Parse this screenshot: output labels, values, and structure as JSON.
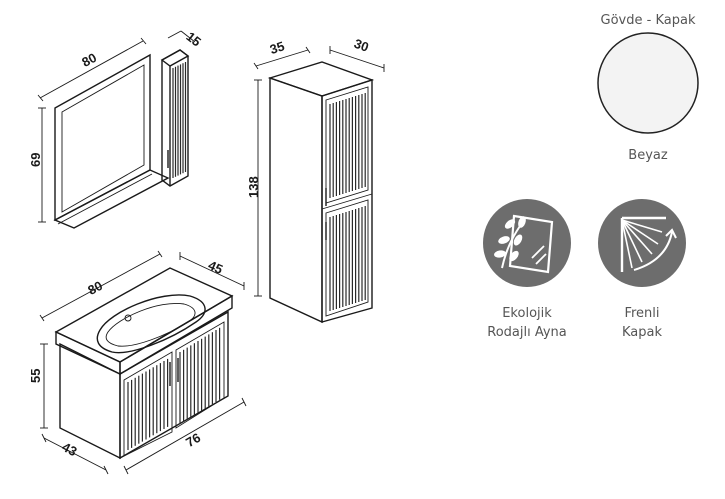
{
  "dimensions": {
    "mirror_width": "80",
    "mirror_depth": "15",
    "mirror_height": "69",
    "tall_width": "35",
    "tall_depth": "30",
    "tall_height": "138",
    "base_top_width": "80",
    "base_depth": "45",
    "base_height": "55",
    "base_side_depth": "43",
    "base_front_width": "76"
  },
  "color_section": {
    "title": "Gövde - Kapak",
    "swatch_color": "#f3f3f3",
    "color_name": "Beyaz"
  },
  "features": [
    {
      "icon": "eco-mirror-icon",
      "line1": "Ekolojik",
      "line2": "Rodajlı Ayna",
      "bg": "#6d6d6d"
    },
    {
      "icon": "soft-close-door-icon",
      "line1": "Frenli",
      "line2": "Kapak",
      "bg": "#6d6d6d"
    }
  ]
}
